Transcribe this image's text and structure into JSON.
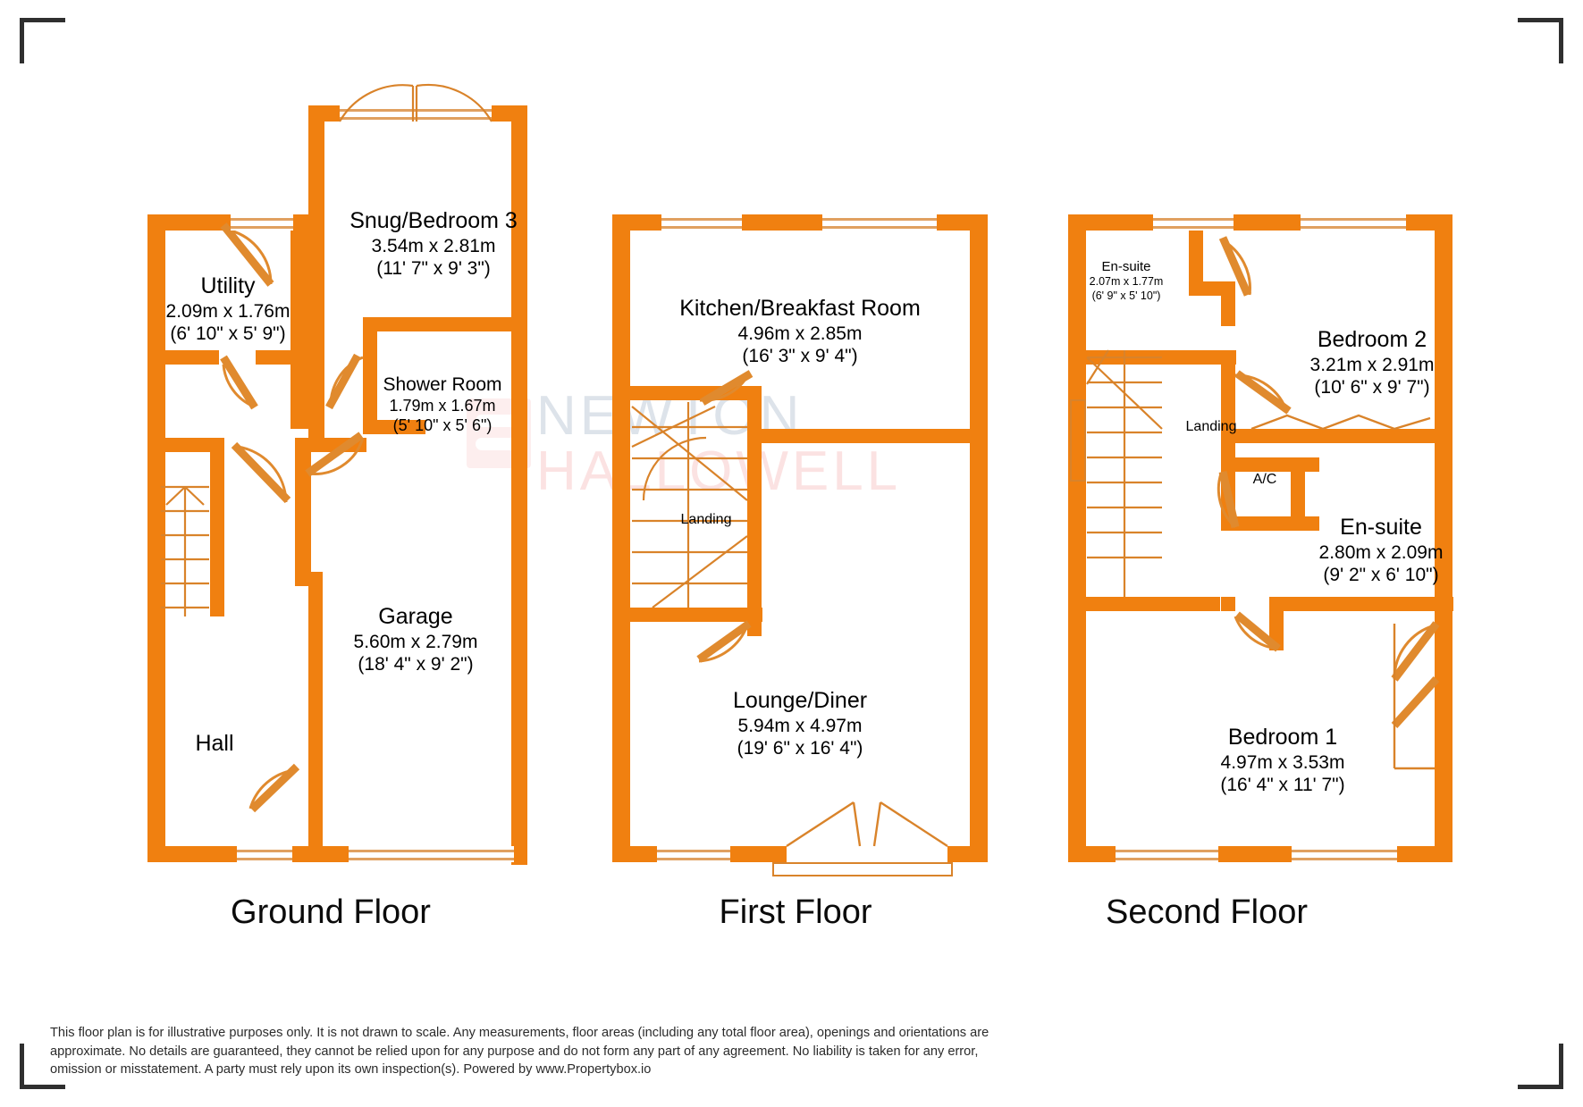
{
  "brand": {
    "watermark_top": "NEWTON",
    "watermark_bottom": "HALLOWELL"
  },
  "colors": {
    "wall": "#f08010",
    "wall_light": "#e08a2e",
    "text": "#000000",
    "watermark_blue": "#dde3ea",
    "watermark_pink": "#fbe2e2",
    "background": "#ffffff",
    "corner_mark": "#2f2f2f"
  },
  "floors": [
    {
      "id": "ground",
      "title": "Ground Floor",
      "rooms": [
        {
          "id": "utility",
          "name": "Utility",
          "metric": "2.09m x 1.76m",
          "imperial": "(6' 10\" x 5' 9\")"
        },
        {
          "id": "snug-bedroom-3",
          "name": "Snug/Bedroom 3",
          "metric": "3.54m x 2.81m",
          "imperial": "(11' 7\" x 9' 3\")"
        },
        {
          "id": "shower-room",
          "name": "Shower Room",
          "metric": "1.79m x 1.67m",
          "imperial": "(5' 10\" x 5' 6\")"
        },
        {
          "id": "garage",
          "name": "Garage",
          "metric": "5.60m x 2.79m",
          "imperial": "(18' 4\" x 9' 2\")"
        },
        {
          "id": "hall",
          "name": "Hall",
          "metric": "",
          "imperial": ""
        }
      ]
    },
    {
      "id": "first",
      "title": "First Floor",
      "rooms": [
        {
          "id": "kitchen-breakfast-room",
          "name": "Kitchen/Breakfast Room",
          "metric": "4.96m x 2.85m",
          "imperial": "(16' 3\" x 9' 4\")"
        },
        {
          "id": "lounge-diner",
          "name": "Lounge/Diner",
          "metric": "5.94m x 4.97m",
          "imperial": "(19' 6\" x 16' 4\")"
        },
        {
          "id": "landing-first",
          "name": "Landing",
          "metric": "",
          "imperial": ""
        }
      ]
    },
    {
      "id": "second",
      "title": "Second Floor",
      "rooms": [
        {
          "id": "en-suite-small",
          "name": "En-suite",
          "metric": "2.07m x 1.77m",
          "imperial": "(6' 9\" x 5' 10\")"
        },
        {
          "id": "bedroom-2",
          "name": "Bedroom 2",
          "metric": "3.21m x 2.91m",
          "imperial": "(10' 6\" x 9' 7\")"
        },
        {
          "id": "en-suite-large",
          "name": "En-suite",
          "metric": "2.80m x 2.09m",
          "imperial": "(9' 2\" x 6' 10\")"
        },
        {
          "id": "bedroom-1",
          "name": "Bedroom 1",
          "metric": "4.97m x 3.53m",
          "imperial": "(16' 4\" x 11' 7\")"
        },
        {
          "id": "landing-second",
          "name": "Landing",
          "metric": "",
          "imperial": ""
        },
        {
          "id": "airing-cupboard",
          "name": "A/C",
          "metric": "",
          "imperial": ""
        }
      ]
    }
  ],
  "disclaimer": "This floor plan is for illustrative purposes only. It is not drawn to scale. Any measurements, floor areas (including any total floor area), openings and orientations are approximate. No details are guaranteed, they cannot be relied upon for any purpose and do not form any part of any agreement. No liability is taken for any error, omission or misstatement. A party must rely upon its own inspection(s). Powered by www.Propertybox.io"
}
